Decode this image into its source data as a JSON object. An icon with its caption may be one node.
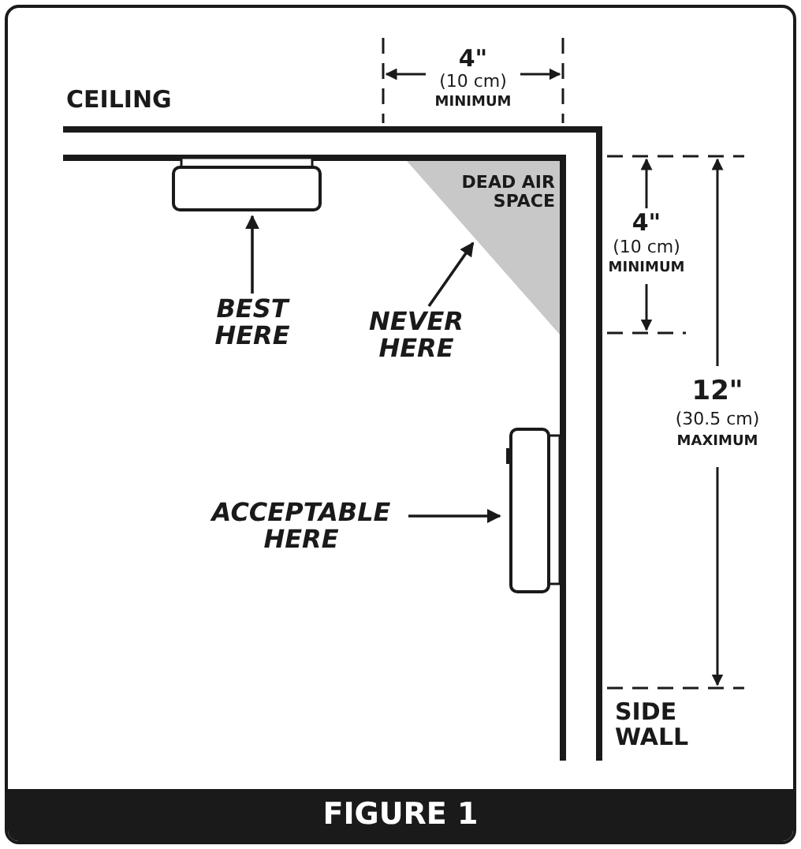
{
  "diagram": {
    "caption": "FIGURE 1",
    "nodes": [
      {
        "text": [
          "BEST HERE"
        ]
      },
      {
        "text": [],
        "shape": "box"
      },
      {
        "text": [
          "NEVER HERE"
        ]
      },
      {
        "text": [
          "DEAD AIR SPACE"
        ]
      },
      {
        "text": [
          "ACCEPTABLE HERE"
        ]
      },
      {
        "text": [],
        "shape": "box"
      }
    ],
    "edges": [
      {
        "from": 0,
        "to": 1,
        "arrow": "to"
      },
      {
        "from": 2,
        "to": 3,
        "arrow": "to"
      },
      {
        "from": 4,
        "to": 5,
        "arrow": "to"
      }
    ],
    "labels": [
      "CEILING",
      "4\"",
      "(10 cm)",
      "MINIMUM",
      "4\"",
      "(10 cm)",
      "MINIMUM",
      "12\"",
      "(30.5 cm)",
      "MAXIMUM",
      "SIDE WALL"
    ]
  }
}
